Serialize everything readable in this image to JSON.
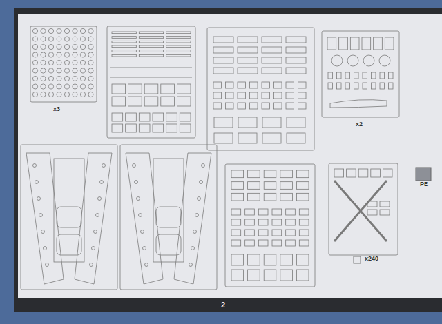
{
  "diagram": {
    "labels": [
      "x3",
      "x2",
      "PE",
      "x240",
      "2"
    ]
  }
}
